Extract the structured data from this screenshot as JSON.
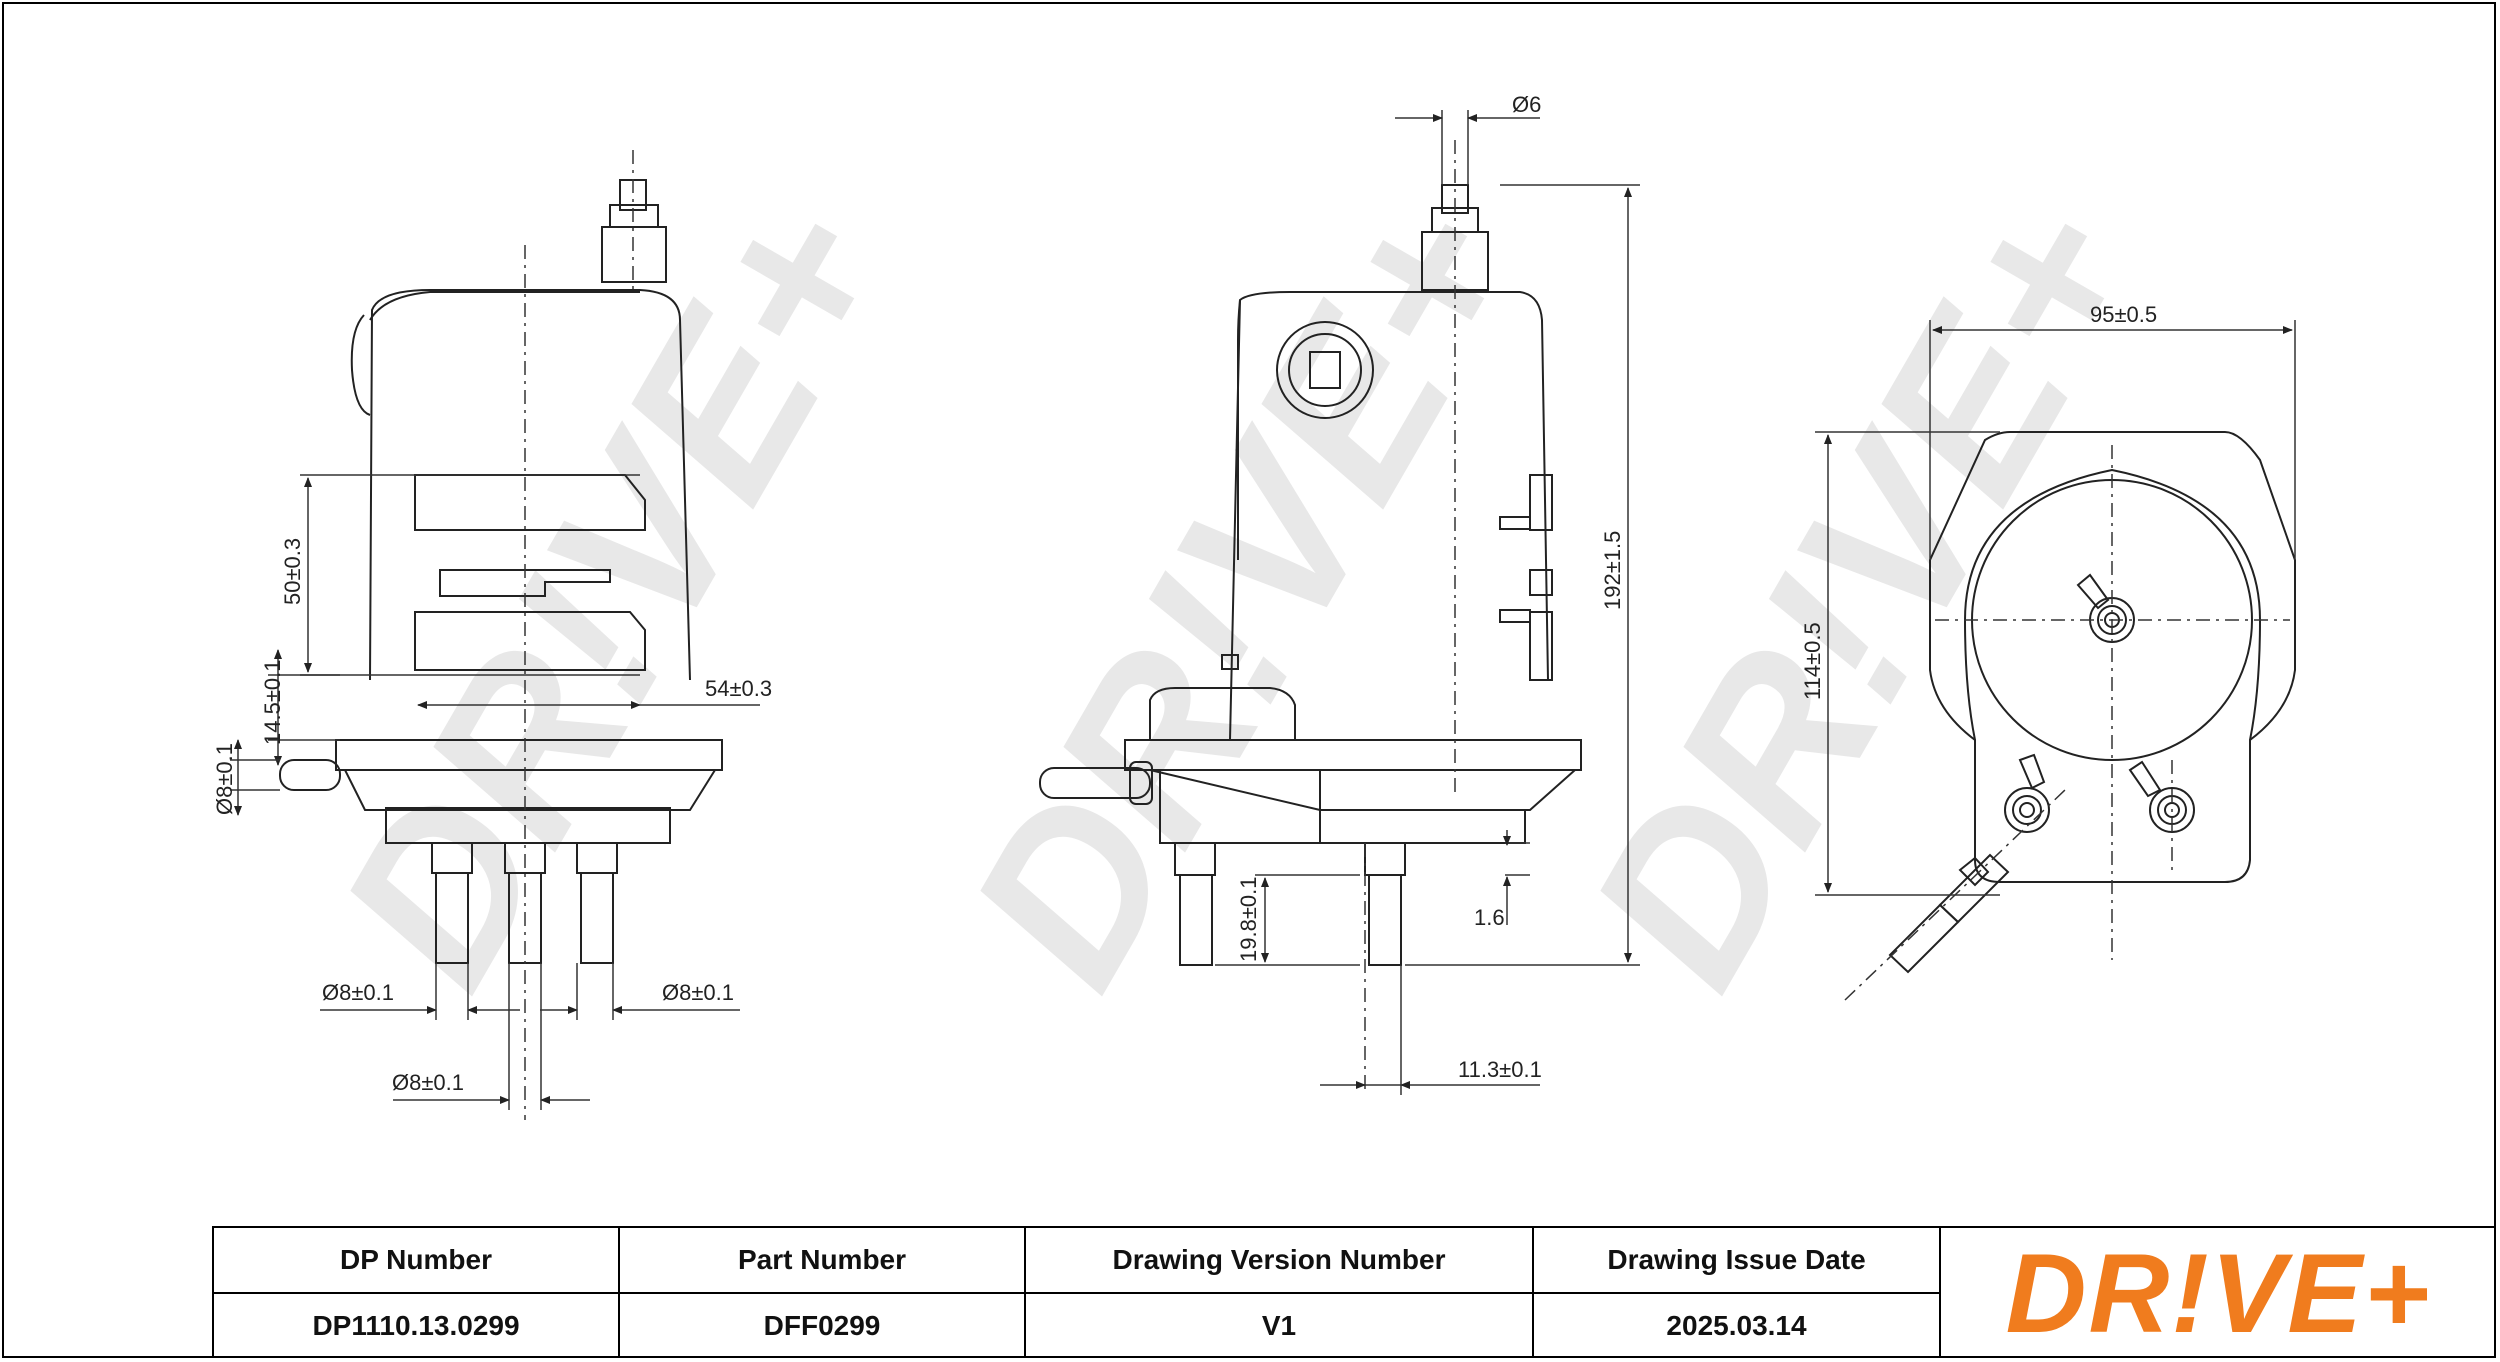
{
  "dimensions": {
    "front": {
      "height_upper": "50±0.3",
      "width_upper": "54±0.3",
      "flange_height": "14.5±0.1",
      "side_port_dia": "Ø8±0.1",
      "left_pipe_dia": "Ø8±0.1",
      "right_pipe_dia": "Ø8±0.1",
      "center_pipe_dia": "Ø8±0.1"
    },
    "side": {
      "top_pipe_dia": "Ø6",
      "overall_height": "192±1.5",
      "pipe_length": "19.8±0.1",
      "step": "1.6",
      "offset": "11.3±0.1"
    },
    "top": {
      "width": "95±0.5",
      "depth": "114±0.5"
    }
  },
  "title_block": {
    "headers": {
      "dp_number": "DP Number",
      "part_number": "Part Number",
      "drawing_version": "Drawing Version Number",
      "issue_date": "Drawing Issue Date"
    },
    "values": {
      "dp_number": "DP1110.13.0299",
      "part_number": "DFF0299",
      "drawing_version": "V1",
      "issue_date": "2025.03.14"
    }
  },
  "brand": {
    "logo_text": "DR!VE+",
    "watermark_text": "DR!VE+",
    "accent_color": "#f07c1e",
    "watermark_color": "#e6e6e6"
  }
}
